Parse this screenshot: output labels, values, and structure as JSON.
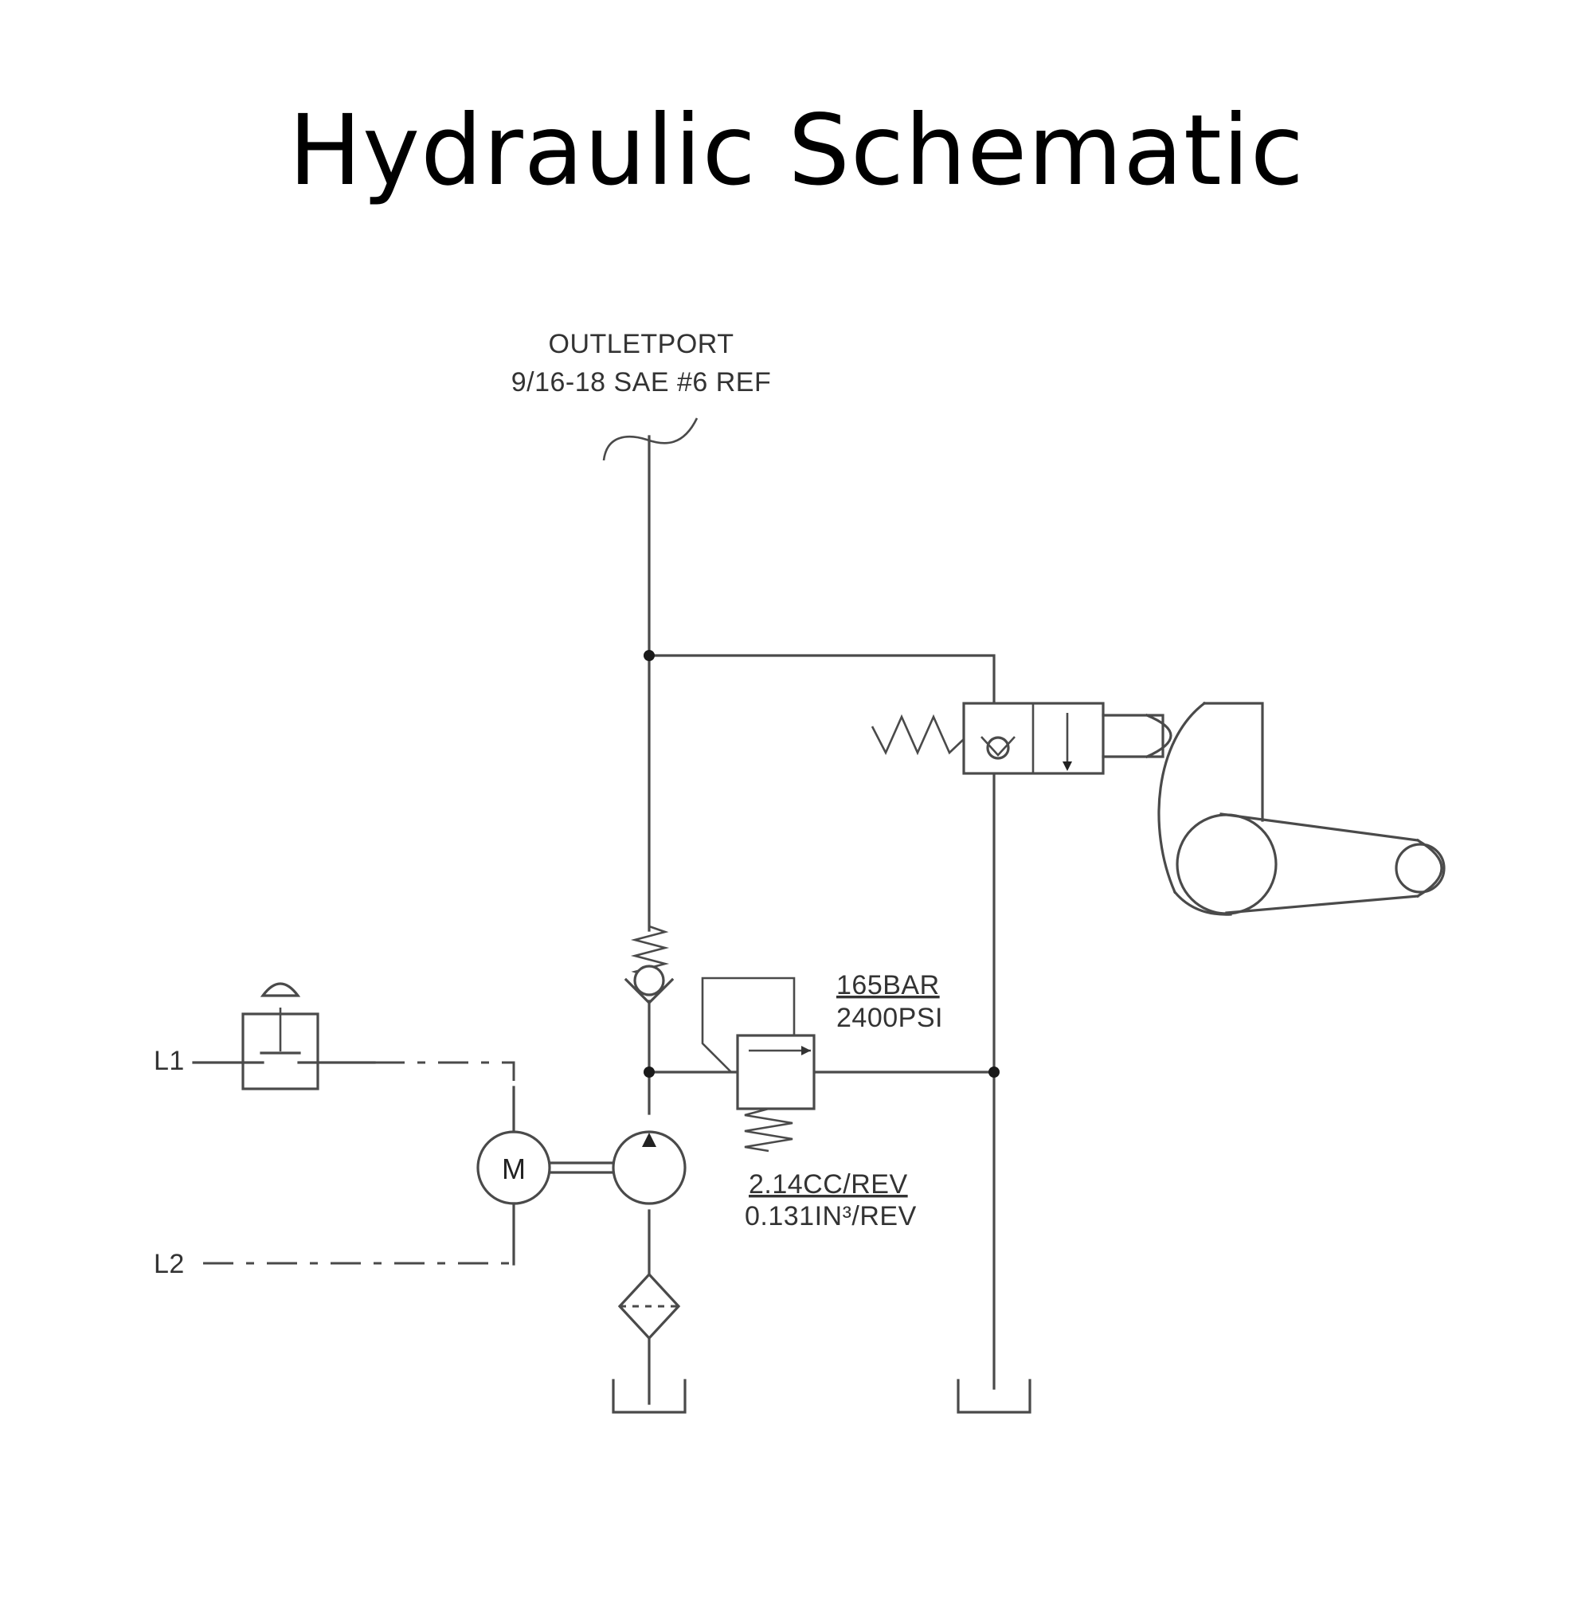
{
  "title": "Hydraulic Schematic",
  "labels": {
    "outlet_port_line1": "OUTLETPORT",
    "outlet_port_line2": "9/16-18 SAE #6 REF",
    "relief_pressure_bar": "165BAR",
    "relief_pressure_psi": "2400PSI",
    "pump_displacement_cc": "2.14CC/REV",
    "pump_displacement_in": "0.131IN³/REV",
    "motor_symbol": "M",
    "terminal_l1": "L1",
    "terminal_l2": "L2"
  },
  "components": {
    "outlet_port": "outlet-port",
    "check_valve": "spring-check-valve",
    "relief_valve": "pressure-relief-valve",
    "pump": "hydraulic-pump",
    "motor": "electric-motor",
    "filter": "suction-filter",
    "tank_main": "reservoir-tank",
    "tank_return": "return-tank",
    "release_valve": "manual-release-valve",
    "handle": "release-lever-handle",
    "switch": "push-button-switch"
  }
}
